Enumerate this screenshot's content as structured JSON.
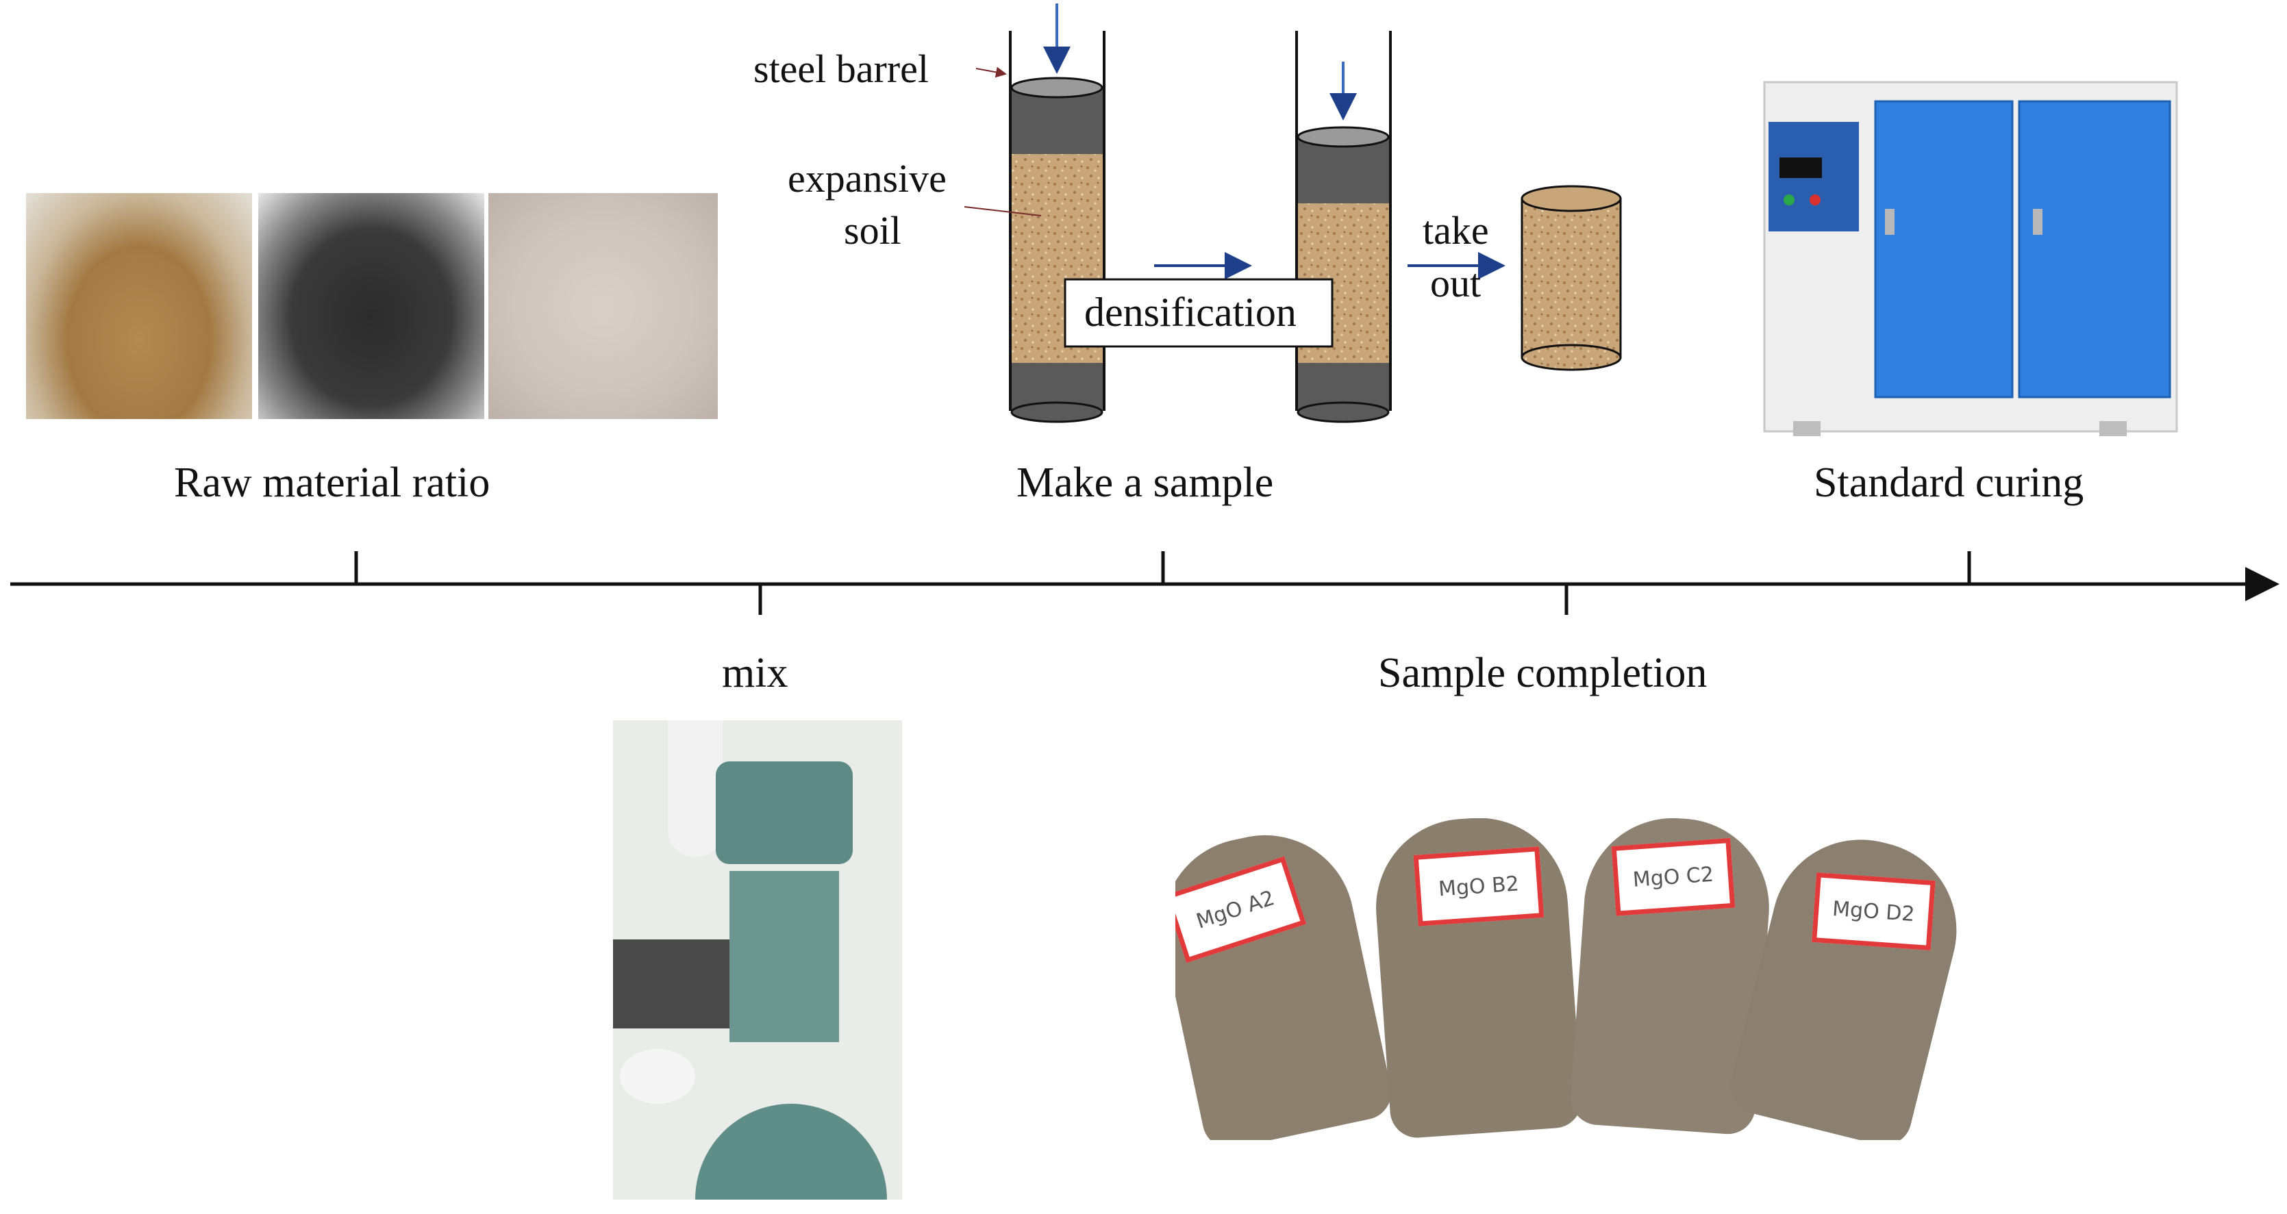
{
  "stages": {
    "raw_material": "Raw material ratio",
    "mix": "mix",
    "make_sample": "Make a sample",
    "sample_completion": "Sample completion",
    "standard_curing": "Standard curing"
  },
  "mold": {
    "steel_barrel": "steel barrel",
    "expansive_soil_line1": "expansive",
    "expansive_soil_line2": "soil",
    "densification": "densification",
    "take_out_line1": "take",
    "take_out_line2": "out"
  },
  "specimen_labels": [
    "MgO A2",
    "MgO B2",
    "MgO C2",
    "MgO D2"
  ],
  "colors": {
    "soil": "#c9a57a",
    "cap": "#5a5a5a",
    "arrow": "#1f3f8a",
    "cabinet_blue": "#2f7fe0",
    "label_red": "#e23a3a"
  }
}
